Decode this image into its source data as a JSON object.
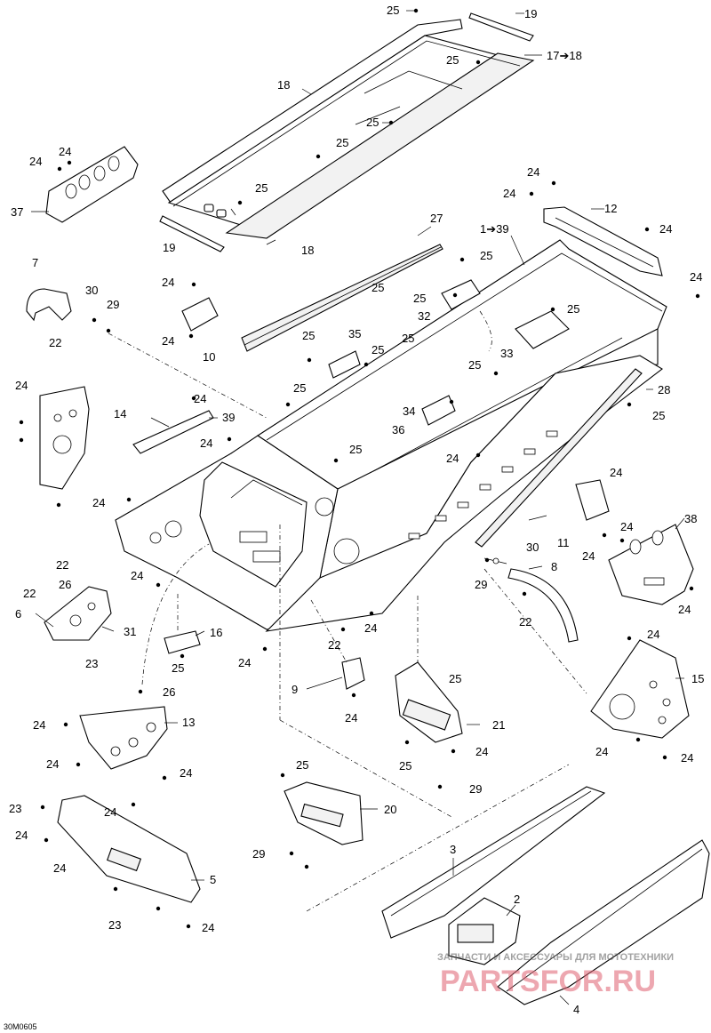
{
  "diagram_code": "30M0605",
  "watermark": {
    "line1": "ЗАПЧАСТИ И АКСЕССУАРЫ ДЛЯ МОТОТЕХНИКИ",
    "line2": "PARTSFOR.RU"
  },
  "callouts": [
    {
      "id": "c25a",
      "text": "25"
    },
    {
      "id": "c19a",
      "text": "19"
    },
    {
      "id": "c17",
      "text": "17➔18"
    },
    {
      "id": "c25b",
      "text": "25"
    },
    {
      "id": "c18a",
      "text": "18"
    },
    {
      "id": "c25c",
      "text": "25"
    },
    {
      "id": "c25d",
      "text": "25"
    },
    {
      "id": "c25e",
      "text": "25"
    },
    {
      "id": "c19b",
      "text": "19"
    },
    {
      "id": "c18b",
      "text": "18"
    },
    {
      "id": "c24a",
      "text": "24"
    },
    {
      "id": "c24b",
      "text": "24"
    },
    {
      "id": "c37",
      "text": "37"
    },
    {
      "id": "c24c",
      "text": "24"
    },
    {
      "id": "c24d",
      "text": "24"
    },
    {
      "id": "c12",
      "text": "12"
    },
    {
      "id": "c24e",
      "text": "24"
    },
    {
      "id": "c24f",
      "text": "24"
    },
    {
      "id": "c27",
      "text": "27"
    },
    {
      "id": "c1",
      "text": "1➔39"
    },
    {
      "id": "c7",
      "text": "7"
    },
    {
      "id": "c30a",
      "text": "30"
    },
    {
      "id": "c29a",
      "text": "29"
    },
    {
      "id": "c22a",
      "text": "22"
    },
    {
      "id": "c24g",
      "text": "24"
    },
    {
      "id": "c24h",
      "text": "24"
    },
    {
      "id": "c10",
      "text": "10"
    },
    {
      "id": "c25f",
      "text": "25"
    },
    {
      "id": "c25g",
      "text": "25"
    },
    {
      "id": "c25h",
      "text": "25"
    },
    {
      "id": "c32",
      "text": "32"
    },
    {
      "id": "c25i",
      "text": "25"
    },
    {
      "id": "c25j",
      "text": "25"
    },
    {
      "id": "c35",
      "text": "35"
    },
    {
      "id": "c25k",
      "text": "25"
    },
    {
      "id": "c33",
      "text": "33"
    },
    {
      "id": "c25l",
      "text": "25"
    },
    {
      "id": "c28",
      "text": "28"
    },
    {
      "id": "c24i",
      "text": "24"
    },
    {
      "id": "c25m",
      "text": "25"
    },
    {
      "id": "c14",
      "text": "14"
    },
    {
      "id": "c24j",
      "text": "24"
    },
    {
      "id": "c39",
      "text": "39"
    },
    {
      "id": "c25n",
      "text": "25"
    },
    {
      "id": "c34",
      "text": "34"
    },
    {
      "id": "c36",
      "text": "36"
    },
    {
      "id": "c25o",
      "text": "25"
    },
    {
      "id": "c25p",
      "text": "25"
    },
    {
      "id": "c24k",
      "text": "24"
    },
    {
      "id": "c24l",
      "text": "24"
    },
    {
      "id": "c24m",
      "text": "24"
    },
    {
      "id": "c11",
      "text": "11"
    },
    {
      "id": "c24n",
      "text": "24"
    },
    {
      "id": "c38",
      "text": "38"
    },
    {
      "id": "c24o",
      "text": "24"
    },
    {
      "id": "c24p",
      "text": "24"
    },
    {
      "id": "c24q",
      "text": "24"
    },
    {
      "id": "c22b",
      "text": "22"
    },
    {
      "id": "c22c",
      "text": "22"
    },
    {
      "id": "c26a",
      "text": "26"
    },
    {
      "id": "c6",
      "text": "6"
    },
    {
      "id": "c31",
      "text": "31"
    },
    {
      "id": "c23a",
      "text": "23"
    },
    {
      "id": "c30b",
      "text": "30"
    },
    {
      "id": "c8",
      "text": "8"
    },
    {
      "id": "c29b",
      "text": "29"
    },
    {
      "id": "c22d",
      "text": "22"
    },
    {
      "id": "c16",
      "text": "16"
    },
    {
      "id": "c25q",
      "text": "25"
    },
    {
      "id": "c24r",
      "text": "24"
    },
    {
      "id": "c22e",
      "text": "22"
    },
    {
      "id": "c24s",
      "text": "24"
    },
    {
      "id": "c24t",
      "text": "24"
    },
    {
      "id": "c15",
      "text": "15"
    },
    {
      "id": "c9",
      "text": "9"
    },
    {
      "id": "c24u",
      "text": "24"
    },
    {
      "id": "c25r",
      "text": "25"
    },
    {
      "id": "c21",
      "text": "21"
    },
    {
      "id": "c26b",
      "text": "26"
    },
    {
      "id": "c24v",
      "text": "24"
    },
    {
      "id": "c13",
      "text": "13"
    },
    {
      "id": "c24w",
      "text": "24"
    },
    {
      "id": "c24x",
      "text": "24"
    },
    {
      "id": "c25s",
      "text": "25"
    },
    {
      "id": "c24y",
      "text": "24"
    },
    {
      "id": "c24z",
      "text": "24"
    },
    {
      "id": "c24aa",
      "text": "24"
    },
    {
      "id": "c29c",
      "text": "29"
    },
    {
      "id": "c25t",
      "text": "25"
    },
    {
      "id": "c20",
      "text": "20"
    },
    {
      "id": "c23b",
      "text": "23"
    },
    {
      "id": "c24ab",
      "text": "24"
    },
    {
      "id": "c24ac",
      "text": "24"
    },
    {
      "id": "c29d",
      "text": "29"
    },
    {
      "id": "c24ad",
      "text": "24"
    },
    {
      "id": "c3",
      "text": "3"
    },
    {
      "id": "c5",
      "text": "5"
    },
    {
      "id": "c2",
      "text": "2"
    },
    {
      "id": "c23c",
      "text": "23"
    },
    {
      "id": "c24ae",
      "text": "24"
    },
    {
      "id": "c24af",
      "text": "24"
    },
    {
      "id": "c4",
      "text": "4"
    }
  ]
}
